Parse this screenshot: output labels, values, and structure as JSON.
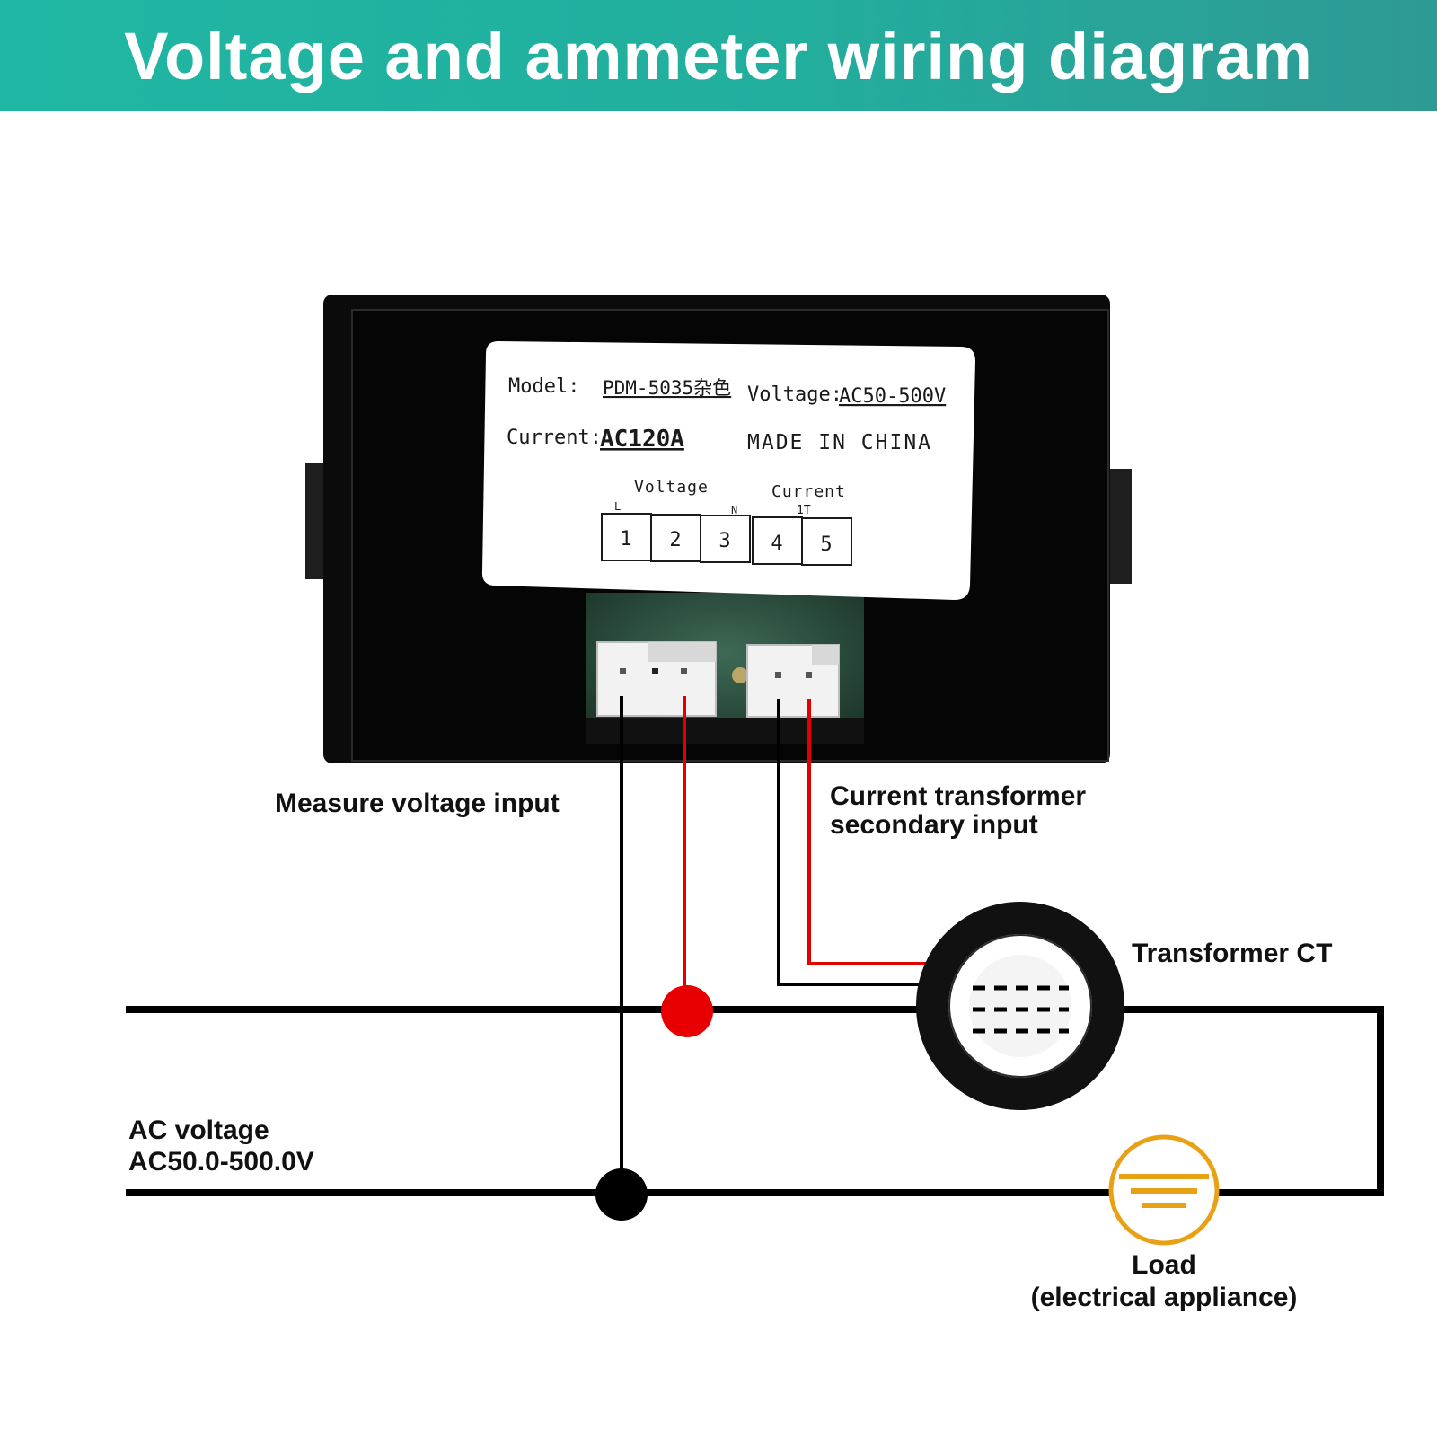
{
  "title": "Voltage and ammeter wiring diagram",
  "meter_label": {
    "model_key": "Model:",
    "model_value": "PDM-5035杂色",
    "voltage_key": "Voltage:",
    "voltage_value": "AC50-500V",
    "current_key": "Current:",
    "current_value": "AC120A",
    "origin": "MADE IN CHINA",
    "group_voltage": "Voltage",
    "group_current": "Current",
    "mark_l": "L",
    "mark_n": "N",
    "mark_1t": "1T",
    "terminals": [
      "1",
      "2",
      "3",
      "4",
      "5"
    ]
  },
  "labels": {
    "voltage_input": "Measure voltage input",
    "ct_input_line1": "Current transformer",
    "ct_input_line2": "secondary input",
    "transformer": "Transformer CT",
    "ac_voltage_line1": "AC voltage",
    "ac_voltage_line2": "AC50.0-500.0V",
    "load_line1": "Load",
    "load_line2": "(electrical appliance)"
  },
  "colors": {
    "banner": "#1fb7a3",
    "wire_black": "#000000",
    "wire_red": "#e00000",
    "load_symbol": "#e8a015"
  }
}
